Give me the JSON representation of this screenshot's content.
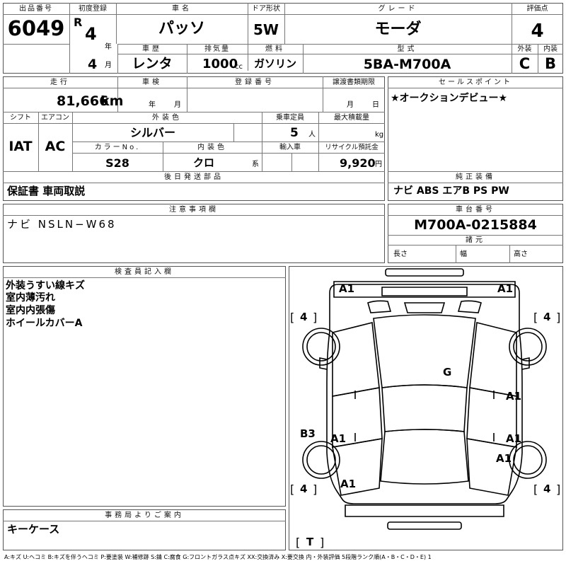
{
  "header": {
    "lot_label": "出品番号",
    "lot_no": "6049",
    "first_reg_label": "初度登録",
    "era": "R",
    "reg_year": "4",
    "year_unit": "年",
    "reg_month": "4",
    "month_unit": "月",
    "car_name_label": "車名",
    "car_name": "パッソ",
    "door_label": "ドア形状",
    "door": "5W",
    "grade_label": "グレード",
    "grade": "モーダ",
    "score_label": "評価点",
    "score": "4",
    "history_label": "車歴",
    "history": "レンタ",
    "displacement_label": "排気量",
    "displacement": "1000",
    "displacement_unit": "cc",
    "fuel_label": "燃料",
    "fuel": "ガソリン",
    "model_label": "型式",
    "model": "5BA-M700A",
    "ext_label": "外装",
    "ext_grade": "C",
    "int_label": "内装",
    "int_grade": "B"
  },
  "info": {
    "mileage_label": "走行",
    "mileage": "81,666",
    "mileage_unit": "km",
    "inspection_label": "車検",
    "insp_year_unit": "年",
    "insp_month_unit": "月",
    "regno_label": "登録番号",
    "transfer_label": "譲渡書類期限",
    "tr_month_unit": "月",
    "tr_day_unit": "日",
    "shift_label": "シフト",
    "shift": "IAT",
    "ac_label": "エアコン",
    "ac": "AC",
    "color_label": "外装色",
    "color": "シルバー",
    "capacity_label": "乗車定員",
    "capacity": "5",
    "capacity_unit": "人",
    "maxload_label": "最大積載量",
    "maxload_unit": "kg",
    "colorno_label": "カラーNo.",
    "color_no": "S28",
    "interior_label": "内装色",
    "interior": "クロ",
    "interior_unit": "系",
    "import_label": "輸入車",
    "recycle_label": "リサイクル預託金",
    "recycle": "9,920",
    "recycle_unit": "円",
    "later_label": "後日発送部品",
    "later_items": "保証書 車両取説"
  },
  "sales": {
    "label": "セールスポイント",
    "text": "★オークションデビュー★"
  },
  "equipment": {
    "label": "純正装備",
    "text": "ナビ ABS エアB PS PW"
  },
  "notes": {
    "label": "注意事項欄",
    "text": "ナビ NSLN−W68"
  },
  "chassis": {
    "label": "車台番号",
    "number": "M700A-0215884",
    "spec_label": "諸元",
    "length_label": "長さ",
    "width_label": "幅",
    "height_label": "高さ"
  },
  "inspector": {
    "label": "検査員記入欄",
    "lines": [
      "外装うすい線キズ",
      "室内薄汚れ",
      "室内内張傷",
      "ホイールカバーA"
    ]
  },
  "office": {
    "label": "事務局よりご案内",
    "text": "キーケース"
  },
  "diagram": {
    "marks": [
      "A1",
      "A1",
      "G",
      "A1",
      "B3",
      "A1",
      "A1",
      "A1",
      "A1"
    ],
    "tires": [
      "4",
      "4",
      "4",
      "4"
    ],
    "spare": "T"
  },
  "legend": "A:キズ U:ヘコミ B:キズを伴うヘコミ P:要塗装 W:補修跡 S:錆 C:腐食 G:フロントガラス点キズ XX:交換済み X:要交換 内・外装評価 5段階ランク順(A・B・C・D・E) 1"
}
